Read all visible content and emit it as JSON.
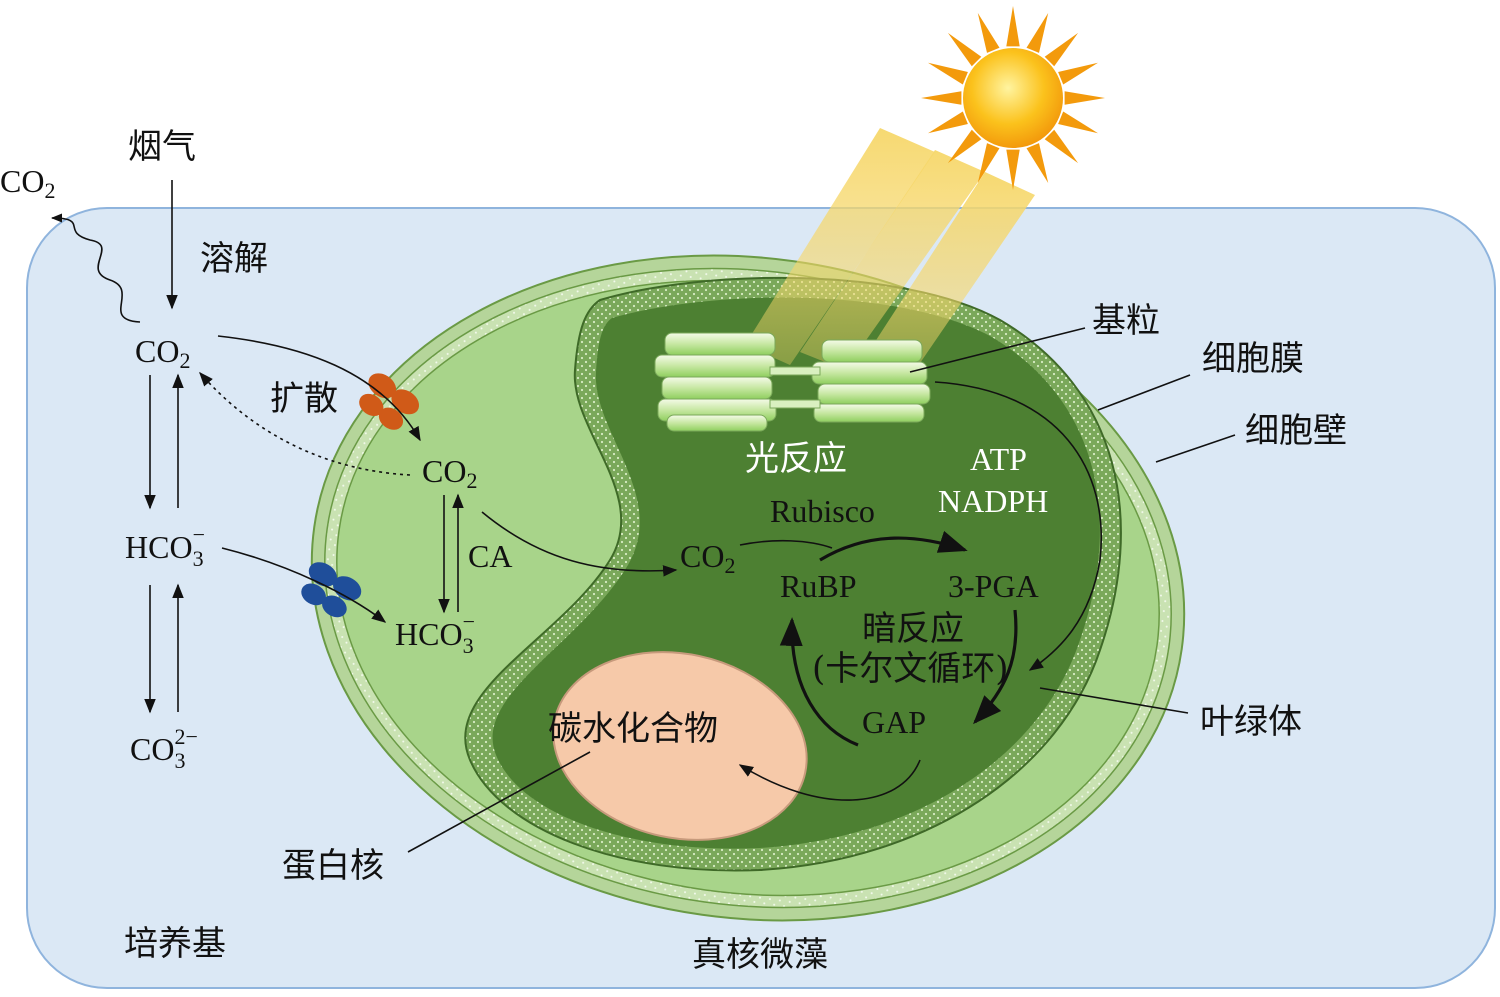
{
  "colors": {
    "medium": "#dbe8f5",
    "medium_border": "#8fb4dd",
    "cell_wall": "#b5d59a",
    "cell_membrane": "#e4efd0",
    "cytoplasm": "#a8d48a",
    "chloroplast_border": "#6a9a45",
    "stroma": "#4d8032",
    "pyrenoid": "#f6c9a9",
    "pyrenoid_border": "#c79a7c",
    "transporter_orange": "#d05a18",
    "transporter_blue": "#1f4e9a",
    "sun": "#f7a10a",
    "light_beam": "#f6d76a"
  },
  "labels": {
    "flue_gas": "烟气",
    "dissolve": "溶解",
    "diffuse": "扩散",
    "grana": "基粒",
    "cell_membrane": "细胞膜",
    "cell_wall": "细胞壁",
    "light_reaction": "光反应",
    "atp": "ATP",
    "nadph": "NADPH",
    "rubisco": "Rubisco",
    "ca": "CA",
    "rubp": "RuBP",
    "pga": "3-PGA",
    "dark_reaction": "暗反应",
    "calvin_cycle": "(卡尔文循环)",
    "gap": "GAP",
    "carbohydrate": "碳水化合物",
    "chloroplast": "叶绿体",
    "pyrenoid": "蛋白核",
    "medium": "培养基",
    "microalgae": "真核微藻"
  },
  "chem": {
    "co2_main": "CO",
    "co2_sub": "2",
    "hco3_main": "HCO",
    "hco3_sub": "3",
    "hco3_sup": "−",
    "co3_main": "CO",
    "co3_sub": "3",
    "co3_sup": "2−"
  },
  "icons": {
    "sun": "sun-icon",
    "transporter_1": "butterfly-transporter-icon",
    "transporter_2": "butterfly-transporter-icon"
  }
}
